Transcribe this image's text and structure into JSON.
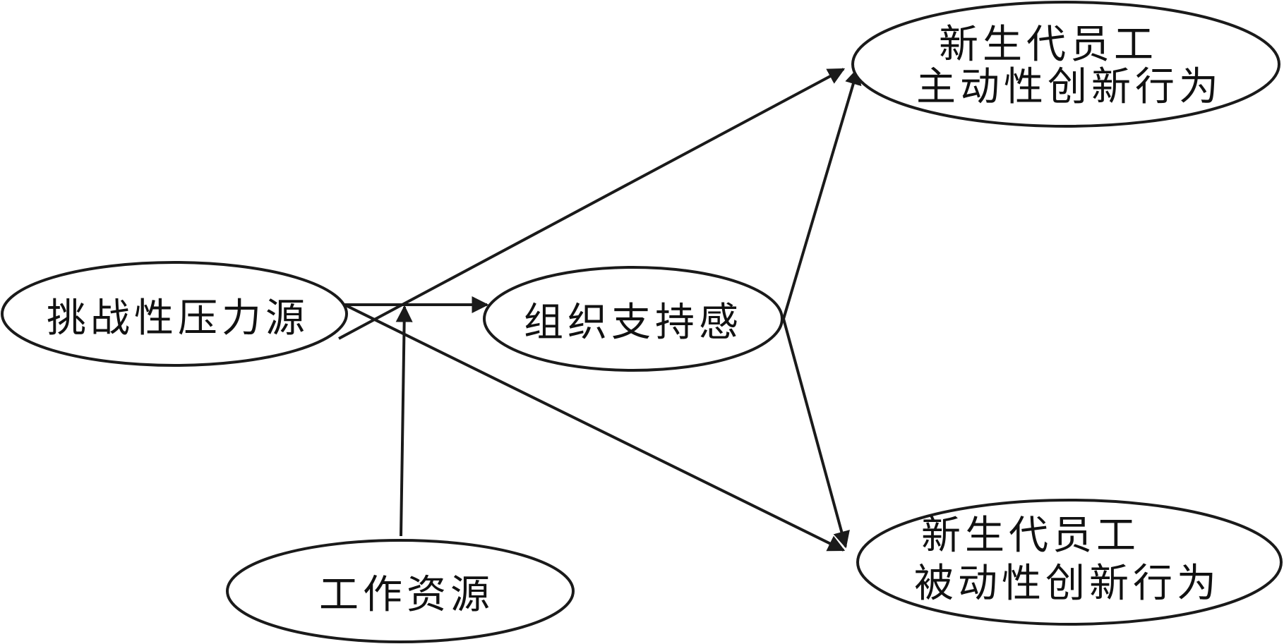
{
  "diagram": {
    "nodes": {
      "challenge_stressor": {
        "lines": [
          "挑战性压力源"
        ]
      },
      "org_support": {
        "lines": [
          "组织支持感"
        ]
      },
      "job_resources": {
        "lines": [
          "工作资源"
        ]
      },
      "proactive_innovation": {
        "lines": [
          "新生代员工",
          "主动性创新行为"
        ]
      },
      "passive_innovation": {
        "lines": [
          "新生代员工",
          "被动性创新行为"
        ]
      }
    },
    "edges": [
      {
        "from": "challenge_stressor",
        "to": "org_support"
      },
      {
        "from": "challenge_stressor",
        "to": "proactive_innovation"
      },
      {
        "from": "challenge_stressor",
        "to": "passive_innovation"
      },
      {
        "from": "job_resources",
        "to": "challenge_stressor->org_support"
      },
      {
        "from": "org_support",
        "to": "proactive_innovation"
      },
      {
        "from": "org_support",
        "to": "passive_innovation"
      }
    ]
  }
}
